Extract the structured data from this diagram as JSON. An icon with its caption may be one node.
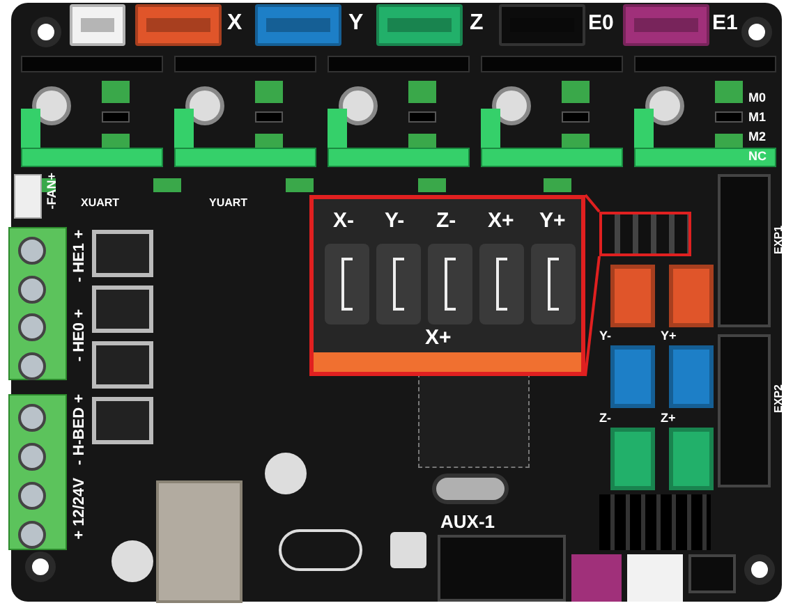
{
  "diagram": {
    "nodes": [
      {
        "text": [],
        "shape": "box"
      },
      {
        "text": [
          "X-",
          "Y-",
          "Z-",
          "X+",
          "Y+",
          "X+"
        ]
      }
    ],
    "edges": [
      {
        "from": 0,
        "to": 1,
        "arrow": "none"
      },
      {
        "from": 0,
        "to": 1,
        "arrow": "none"
      }
    ],
    "labels": [
      "X",
      "Y",
      "Z",
      "E0",
      "E1",
      "M0",
      "M1",
      "M2",
      "NC",
      "-FAN+",
      "XUART",
      "YUART",
      "EXP1",
      "- HE1 +",
      "- HE0 +",
      "Y-",
      "Y+",
      "EXP2",
      "- H-BED +",
      "Z-",
      "Z+",
      "+ 12/24V",
      "AUX-1"
    ]
  }
}
